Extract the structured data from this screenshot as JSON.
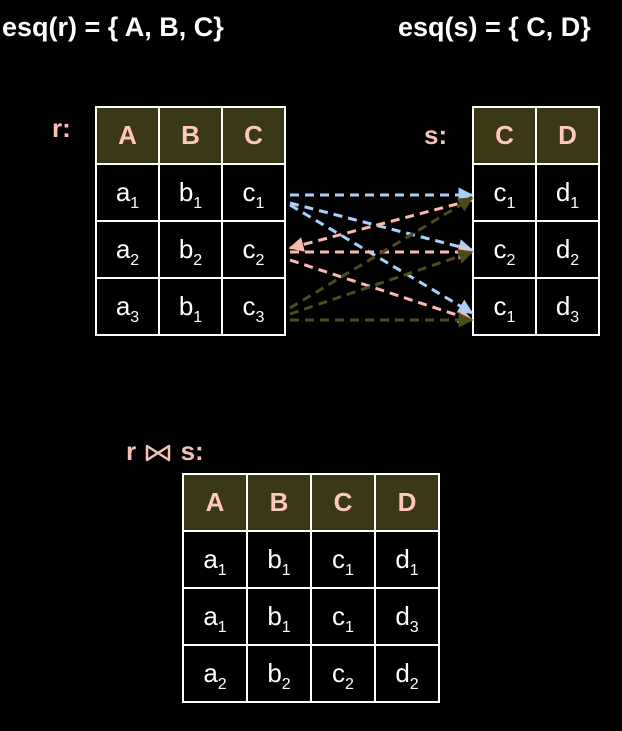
{
  "headings": {
    "left": "esq(r) = { A, B, C}",
    "right": "esq(s) = { C, D}"
  },
  "labels": {
    "r": "r:",
    "s": "s:",
    "join_left": "r",
    "join_right": "s:"
  },
  "colors": {
    "header_fill": "#3b3815",
    "header_text": "#ffc8bf",
    "arrow_c1": "#a6d1fa",
    "arrow_c2": "#f7b9b0",
    "arrow_c3": "#4c4c1b"
  },
  "r": {
    "header": [
      "A",
      "B",
      "C"
    ],
    "rows": [
      [
        {
          "b": "a",
          "s": "1"
        },
        {
          "b": "b",
          "s": "1"
        },
        {
          "b": "c",
          "s": "1"
        }
      ],
      [
        {
          "b": "a",
          "s": "2"
        },
        {
          "b": "b",
          "s": "2"
        },
        {
          "b": "c",
          "s": "2"
        }
      ],
      [
        {
          "b": "a",
          "s": "3"
        },
        {
          "b": "b",
          "s": "1"
        },
        {
          "b": "c",
          "s": "3"
        }
      ]
    ]
  },
  "s": {
    "header": [
      "C",
      "D"
    ],
    "rows": [
      [
        {
          "b": "c",
          "s": "1"
        },
        {
          "b": "d",
          "s": "1"
        }
      ],
      [
        {
          "b": "c",
          "s": "2"
        },
        {
          "b": "d",
          "s": "2"
        }
      ],
      [
        {
          "b": "c",
          "s": "1"
        },
        {
          "b": "d",
          "s": "3"
        }
      ]
    ]
  },
  "join": {
    "header": [
      "A",
      "B",
      "C",
      "D"
    ],
    "rows": [
      [
        {
          "b": "a",
          "s": "1"
        },
        {
          "b": "b",
          "s": "1"
        },
        {
          "b": "c",
          "s": "1"
        },
        {
          "b": "d",
          "s": "1"
        }
      ],
      [
        {
          "b": "a",
          "s": "1"
        },
        {
          "b": "b",
          "s": "1"
        },
        {
          "b": "c",
          "s": "1"
        },
        {
          "b": "d",
          "s": "3"
        }
      ],
      [
        {
          "b": "a",
          "s": "2"
        },
        {
          "b": "b",
          "s": "2"
        },
        {
          "b": "c",
          "s": "2"
        },
        {
          "b": "d",
          "s": "2"
        }
      ]
    ]
  }
}
